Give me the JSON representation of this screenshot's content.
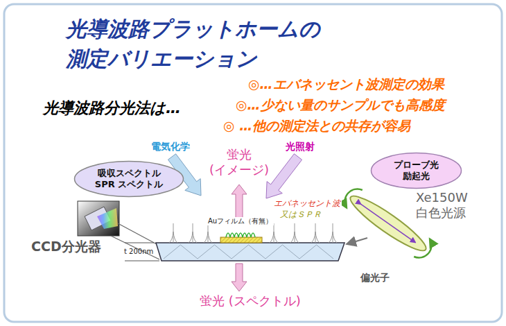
{
  "diagram": {
    "title": "光導波路プラットホームの 測定バリエーション",
    "nodes": [
      {
        "text": [
          "吸収スペクトル SPR スペクトル"
        ]
      },
      {
        "text": [
          "プローブ光 励起光"
        ]
      }
    ],
    "labels": [
      "光導波路分光法は…",
      "◎…エバネッセント波測定の効果",
      "◎…少ない量のサンプルでも高感度",
      "◎ …他の測定法との共存が容易",
      "電気化学",
      "蛍光 (イメージ)",
      "光照射",
      "エバネッセント波",
      "又はＳＰＲ",
      "Auフィルム（有無）",
      "Xe150W 白色光源",
      "CCD分光器",
      "t 200nm",
      "偏光子",
      "蛍光 (スペクトル)"
    ]
  }
}
